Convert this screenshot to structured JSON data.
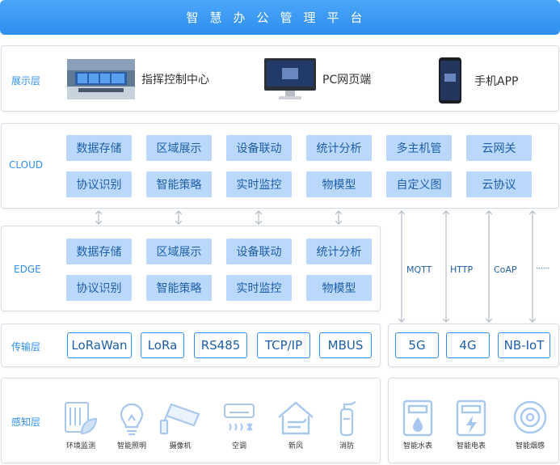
{
  "title": "智慧办公管理平台",
  "display": {
    "label": "展示层",
    "items": [
      {
        "label": "指挥控制中心",
        "icon": "control-center-image"
      },
      {
        "label": "PC网页端",
        "icon": "monitor-icon"
      },
      {
        "label": "手机APP",
        "icon": "phone-icon"
      }
    ]
  },
  "cloud": {
    "label": "CLOUD",
    "row1": [
      "数据存储",
      "区域展示",
      "设备联动",
      "统计分析",
      "多主机管",
      "云网关"
    ],
    "row2": [
      "协议识别",
      "智能策略",
      "实时监控",
      "物模型",
      "自定义图",
      "云协议"
    ]
  },
  "edge": {
    "label": "EDGE",
    "row1": [
      "数据存储",
      "区域展示",
      "设备联动",
      "统计分析"
    ],
    "row2": [
      "协议识别",
      "智能策略",
      "实时监控",
      "物模型"
    ]
  },
  "links": [
    "MQTT",
    "HTTP",
    "CoAP",
    "......"
  ],
  "transport": {
    "label": "传输层",
    "left": [
      "LoRaWan",
      "LoRa",
      "RS485",
      "TCP/IP",
      "MBUS"
    ],
    "right": [
      "5G",
      "4G",
      "NB-IoT"
    ]
  },
  "perception": {
    "label": "感知层",
    "left": [
      {
        "label": "环境监测",
        "icon": "plant-icon"
      },
      {
        "label": "智能照明",
        "icon": "bulb-icon"
      },
      {
        "label": "摄像机",
        "icon": "camera-icon"
      },
      {
        "label": "空调",
        "icon": "air-conditioner-icon"
      },
      {
        "label": "新风",
        "icon": "house-wind-icon"
      },
      {
        "label": "消防",
        "icon": "extinguisher-icon"
      }
    ],
    "right": [
      {
        "label": "智能水表",
        "icon": "water-meter-icon"
      },
      {
        "label": "智能电表",
        "icon": "electric-meter-icon"
      },
      {
        "label": "智能烟感",
        "icon": "smoke-detector-icon"
      }
    ]
  },
  "colors": {
    "accent": "#2f8ff0",
    "chip": "#b9d8fb",
    "chip_text": "#1f5fa8"
  }
}
